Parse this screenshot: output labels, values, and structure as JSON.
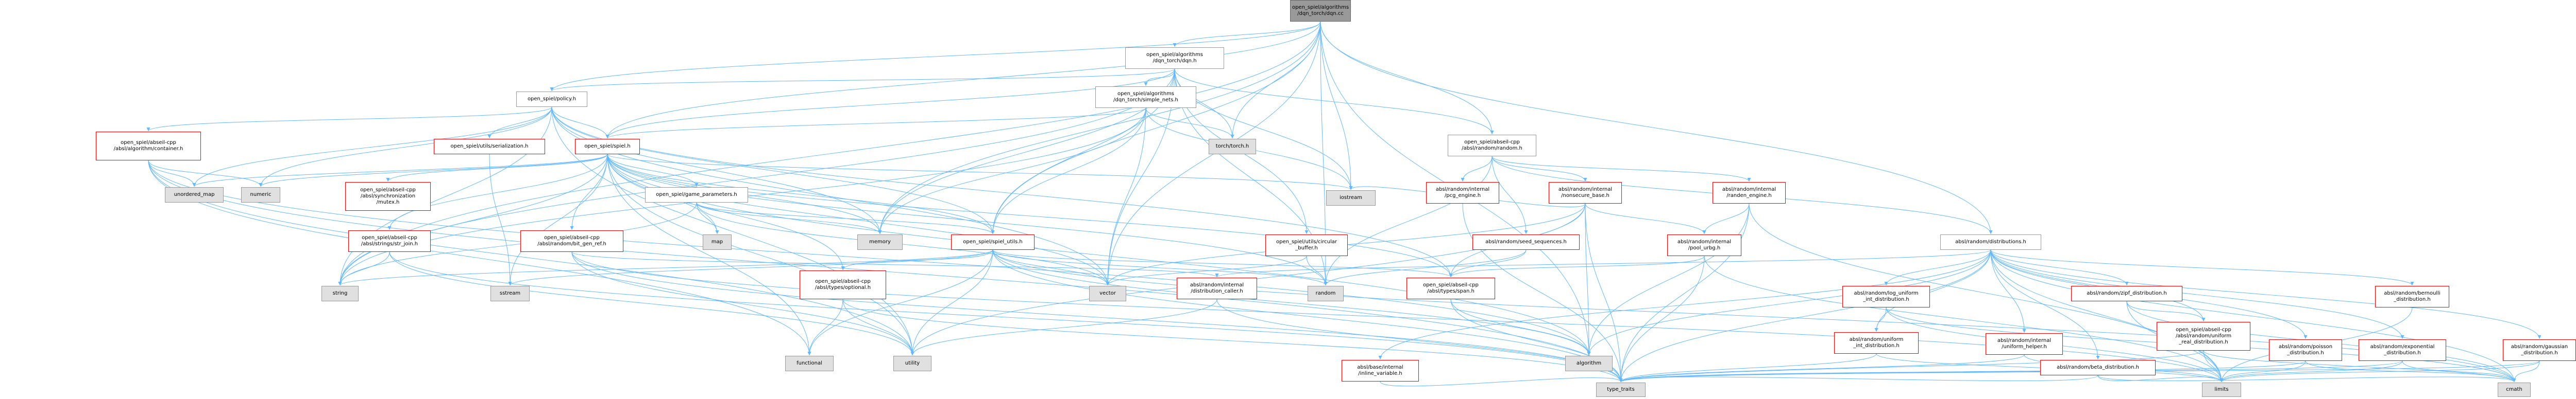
{
  "graph": {
    "edge_color": "#63b8ff",
    "edge_highlight": "#ff0000",
    "nodes": [
      {
        "id": "root",
        "label": "open_spiel/algorithms\n/dqn_torch/dqn.cc",
        "style": "root"
      },
      {
        "id": "dqnh",
        "label": "open_spiel/algorithms\n/dqn_torch/dqn.h",
        "style": "normal"
      },
      {
        "id": "policy",
        "label": "open_spiel/policy.h",
        "style": "normal"
      },
      {
        "id": "simplenets",
        "label": "open_spiel/algorithms\n/dqn_torch/simple_nets.h",
        "style": "normal"
      },
      {
        "id": "random",
        "label": "open_spiel/abseil-cpp\n/absl/random/random.h",
        "style": "normal"
      },
      {
        "id": "container",
        "label": "open_spiel/abseil-cpp\n/absl/algorithm/container.h",
        "style": "red"
      },
      {
        "id": "serialization",
        "label": "open_spiel/utils/serialization.h",
        "style": "red"
      },
      {
        "id": "spiel",
        "label": "open_spiel/spiel.h",
        "style": "red"
      },
      {
        "id": "torch",
        "label": "torch/torch.h",
        "style": "gray"
      },
      {
        "id": "pcgengine",
        "label": "absl/random/internal\n/pcg_engine.h",
        "style": "red"
      },
      {
        "id": "nonsecure",
        "label": "absl/random/internal\n/nonsecure_base.h",
        "style": "red"
      },
      {
        "id": "randengine",
        "label": "absl/random/internal\n/randen_engine.h",
        "style": "red"
      },
      {
        "id": "unordered_map",
        "label": "unordered_map",
        "style": "gray"
      },
      {
        "id": "numeric",
        "label": "numeric",
        "style": "gray"
      },
      {
        "id": "mutex",
        "label": "open_spiel/abseil-cpp\n/absl/synchronization\n/mutex.h",
        "style": "red"
      },
      {
        "id": "strjoin",
        "label": "open_spiel/abseil-cpp\n/absl/strings/str_join.h",
        "style": "red"
      },
      {
        "id": "gameparams",
        "label": "open_spiel/game_parameters.h",
        "style": "normal"
      },
      {
        "id": "bitgen",
        "label": "open_spiel/abseil-cpp\n/absl/random/bit_gen_ref.h",
        "style": "red"
      },
      {
        "id": "map",
        "label": "map",
        "style": "gray"
      },
      {
        "id": "memory",
        "label": "memory",
        "style": "gray"
      },
      {
        "id": "spielutils",
        "label": "open_spiel/spiel_utils.h",
        "style": "red"
      },
      {
        "id": "circbuf",
        "label": "open_spiel/utils/circular\n_buffer.h",
        "style": "red"
      },
      {
        "id": "iostream",
        "label": "iostream",
        "style": "gray"
      },
      {
        "id": "seedseq",
        "label": "absl/random/seed_sequences.h",
        "style": "red"
      },
      {
        "id": "poolurbg",
        "label": "absl/random/internal\n/pool_urbg.h",
        "style": "red"
      },
      {
        "id": "distributions",
        "label": "absl/random/distributions.h",
        "style": "normal"
      },
      {
        "id": "string",
        "label": "string",
        "style": "gray"
      },
      {
        "id": "sstream",
        "label": "sstream",
        "style": "gray"
      },
      {
        "id": "optional",
        "label": "open_spiel/abseil-cpp\n/absl/types/optional.h",
        "style": "red"
      },
      {
        "id": "vector",
        "label": "vector",
        "style": "gray"
      },
      {
        "id": "randomstd",
        "label": "random",
        "style": "gray"
      },
      {
        "id": "distcaller",
        "label": "absl/random/internal\n/distribution_caller.h",
        "style": "red"
      },
      {
        "id": "span",
        "label": "open_spiel/abseil-cpp\n/absl/types/span.h",
        "style": "red"
      },
      {
        "id": "loguniform",
        "label": "absl/random/log_uniform\n_int_distribution.h",
        "style": "red"
      },
      {
        "id": "zipf",
        "label": "absl/random/zipf_distribution.h",
        "style": "red"
      },
      {
        "id": "bernoulli",
        "label": "absl/random/bernoulli\n_distribution.h",
        "style": "red"
      },
      {
        "id": "functional",
        "label": "functional",
        "style": "gray"
      },
      {
        "id": "utility",
        "label": "utility",
        "style": "gray"
      },
      {
        "id": "algorithm",
        "label": "algorithm",
        "style": "gray"
      },
      {
        "id": "inlinevar",
        "label": "absl/base/internal\n/inline_variable.h",
        "style": "red"
      },
      {
        "id": "uniformint",
        "label": "absl/random/uniform\n_int_distribution.h",
        "style": "red"
      },
      {
        "id": "uniformhelper",
        "label": "absl/random/internal\n/uniform_helper.h",
        "style": "red"
      },
      {
        "id": "betadist",
        "label": "absl/random/beta_distribution.h",
        "style": "red"
      },
      {
        "id": "uniformreal",
        "label": "open_spiel/abseil-cpp\n/absl/random/uniform\n_real_distribution.h",
        "style": "red"
      },
      {
        "id": "poisson",
        "label": "absl/random/poisson\n_distribution.h",
        "style": "red"
      },
      {
        "id": "exponential",
        "label": "absl/random/exponential\n_distribution.h",
        "style": "red"
      },
      {
        "id": "gaussian",
        "label": "absl/random/gaussian\n_distribution.h",
        "style": "red"
      },
      {
        "id": "type_traits",
        "label": "type_traits",
        "style": "gray"
      },
      {
        "id": "limits",
        "label": "limits",
        "style": "gray"
      },
      {
        "id": "cmath",
        "label": "cmath",
        "style": "gray"
      }
    ],
    "edges": [
      [
        "root",
        "dqnh"
      ],
      [
        "root",
        "policy"
      ],
      [
        "root",
        "spiel"
      ],
      [
        "root",
        "torch"
      ],
      [
        "root",
        "memory"
      ],
      [
        "root",
        "iostream"
      ],
      [
        "root",
        "random"
      ],
      [
        "root",
        "distributions"
      ],
      [
        "root",
        "string"
      ],
      [
        "root",
        "vector"
      ],
      [
        "root",
        "spielutils"
      ],
      [
        "root",
        "algorithm"
      ],
      [
        "root",
        "randomstd"
      ],
      [
        "dqnh",
        "policy"
      ],
      [
        "dqnh",
        "simplenets"
      ],
      [
        "dqnh",
        "random"
      ],
      [
        "dqnh",
        "spiel"
      ],
      [
        "dqnh",
        "torch"
      ],
      [
        "dqnh",
        "circbuf"
      ],
      [
        "dqnh",
        "memory"
      ],
      [
        "dqnh",
        "iostream"
      ],
      [
        "dqnh",
        "vector"
      ],
      [
        "dqnh",
        "randomstd"
      ],
      [
        "dqnh",
        "string"
      ],
      [
        "dqnh",
        "spielutils"
      ],
      [
        "policy",
        "container"
      ],
      [
        "policy",
        "serialization"
      ],
      [
        "policy",
        "spiel"
      ],
      [
        "policy",
        "unordered_map"
      ],
      [
        "policy",
        "numeric"
      ],
      [
        "policy",
        "string"
      ],
      [
        "policy",
        "utility"
      ],
      [
        "policy",
        "memory"
      ],
      [
        "policy",
        "spielutils"
      ],
      [
        "policy",
        "vector"
      ],
      [
        "policy",
        "span"
      ],
      [
        "simplenets",
        "spiel"
      ],
      [
        "simplenets",
        "torch"
      ],
      [
        "simplenets",
        "spielutils"
      ],
      [
        "simplenets",
        "memory"
      ],
      [
        "simplenets",
        "iostream"
      ],
      [
        "simplenets",
        "vector"
      ],
      [
        "simplenets",
        "string"
      ],
      [
        "container",
        "unordered_map"
      ],
      [
        "container",
        "numeric"
      ],
      [
        "container",
        "functional"
      ],
      [
        "container",
        "utility"
      ],
      [
        "container",
        "type_traits"
      ],
      [
        "container",
        "algorithm"
      ],
      [
        "serialization",
        "sstream"
      ],
      [
        "spiel",
        "unordered_map"
      ],
      [
        "spiel",
        "numeric"
      ],
      [
        "spiel",
        "mutex"
      ],
      [
        "spiel",
        "strjoin"
      ],
      [
        "spiel",
        "gameparams"
      ],
      [
        "spiel",
        "bitgen"
      ],
      [
        "spiel",
        "optional"
      ],
      [
        "spiel",
        "span"
      ],
      [
        "spiel",
        "spielutils"
      ],
      [
        "spiel",
        "memory"
      ],
      [
        "spiel",
        "map"
      ],
      [
        "spiel",
        "string"
      ],
      [
        "spiel",
        "vector"
      ],
      [
        "spiel",
        "functional"
      ],
      [
        "spiel",
        "utility"
      ],
      [
        "spiel",
        "iostream"
      ],
      [
        "spiel",
        "randomstd"
      ],
      [
        "spiel",
        "sstream"
      ],
      [
        "spiel",
        "algorithm"
      ],
      [
        "strjoin",
        "string"
      ],
      [
        "strjoin",
        "utility"
      ],
      [
        "strjoin",
        "type_traits"
      ],
      [
        "gameparams",
        "map"
      ],
      [
        "gameparams",
        "memory"
      ],
      [
        "gameparams",
        "string"
      ],
      [
        "gameparams",
        "spielutils"
      ],
      [
        "gameparams",
        "vector"
      ],
      [
        "bitgen",
        "utility"
      ],
      [
        "bitgen",
        "type_traits"
      ],
      [
        "bitgen",
        "distcaller"
      ],
      [
        "bitgen",
        "limits"
      ],
      [
        "spielutils",
        "string"
      ],
      [
        "spielutils",
        "sstream"
      ],
      [
        "spielutils",
        "vector"
      ],
      [
        "spielutils",
        "optional"
      ],
      [
        "spielutils",
        "span"
      ],
      [
        "spielutils",
        "utility"
      ],
      [
        "spielutils",
        "algorithm"
      ],
      [
        "spielutils",
        "functional"
      ],
      [
        "spielutils",
        "randomstd"
      ],
      [
        "spielutils",
        "type_traits"
      ],
      [
        "spielutils",
        "cmath"
      ],
      [
        "circbuf",
        "vector"
      ],
      [
        "circbuf",
        "randomstd"
      ],
      [
        "random",
        "randomstd"
      ],
      [
        "random",
        "distributions"
      ],
      [
        "random",
        "nonsecure"
      ],
      [
        "random",
        "pcgengine"
      ],
      [
        "random",
        "randengine"
      ],
      [
        "random",
        "seedseq"
      ],
      [
        "pcgengine",
        "type_traits"
      ],
      [
        "nonsecure",
        "poolurbg"
      ],
      [
        "nonsecure",
        "span"
      ],
      [
        "nonsecure",
        "algorithm"
      ],
      [
        "nonsecure",
        "utility"
      ],
      [
        "nonsecure",
        "iostream"
      ],
      [
        "nonsecure",
        "vector"
      ],
      [
        "nonsecure",
        "type_traits"
      ],
      [
        "randengine",
        "algorithm"
      ],
      [
        "randengine",
        "limits"
      ],
      [
        "randengine",
        "type_traits"
      ],
      [
        "randengine",
        "poolurbg"
      ],
      [
        "seedseq",
        "span"
      ],
      [
        "seedseq",
        "randomstd"
      ],
      [
        "poolurbg",
        "span"
      ],
      [
        "poolurbg",
        "type_traits"
      ],
      [
        "poolurbg",
        "limits"
      ],
      [
        "optional",
        "functional"
      ],
      [
        "optional",
        "utility"
      ],
      [
        "optional",
        "type_traits"
      ],
      [
        "span",
        "algorithm"
      ],
      [
        "span",
        "type_traits"
      ],
      [
        "distributions",
        "distcaller"
      ],
      [
        "distributions",
        "loguniform"
      ],
      [
        "distributions",
        "zipf"
      ],
      [
        "distributions",
        "bernoulli"
      ],
      [
        "distributions",
        "betadist"
      ],
      [
        "distributions",
        "uniformint"
      ],
      [
        "distributions",
        "uniformreal"
      ],
      [
        "distributions",
        "poisson"
      ],
      [
        "distributions",
        "exponential"
      ],
      [
        "distributions",
        "gaussian"
      ],
      [
        "distributions",
        "uniformhelper"
      ],
      [
        "distributions",
        "inlinevar"
      ],
      [
        "distributions",
        "algorithm"
      ],
      [
        "distributions",
        "limits"
      ],
      [
        "distributions",
        "type_traits"
      ],
      [
        "distributions",
        "cmath"
      ],
      [
        "distcaller",
        "utility"
      ],
      [
        "distcaller",
        "type_traits"
      ],
      [
        "loguniform",
        "uniformint"
      ],
      [
        "loguniform",
        "cmath"
      ],
      [
        "loguniform",
        "limits"
      ],
      [
        "zipf",
        "uniformreal"
      ],
      [
        "zipf",
        "cmath"
      ],
      [
        "zipf",
        "limits"
      ],
      [
        "bernoulli",
        "limits"
      ],
      [
        "betadist",
        "type_traits"
      ],
      [
        "betadist",
        "cmath"
      ],
      [
        "betadist",
        "limits"
      ],
      [
        "uniformint",
        "type_traits"
      ],
      [
        "uniformint",
        "limits"
      ],
      [
        "uniformhelper",
        "type_traits"
      ],
      [
        "uniformhelper",
        "limits"
      ],
      [
        "uniformreal",
        "type_traits"
      ],
      [
        "uniformreal",
        "limits"
      ],
      [
        "uniformreal",
        "cmath"
      ],
      [
        "poisson",
        "type_traits"
      ],
      [
        "poisson",
        "cmath"
      ],
      [
        "poisson",
        "limits"
      ],
      [
        "exponential",
        "type_traits"
      ],
      [
        "exponential",
        "cmath"
      ],
      [
        "exponential",
        "limits"
      ],
      [
        "gaussian",
        "type_traits"
      ],
      [
        "gaussian",
        "cmath"
      ],
      [
        "gaussian",
        "limits"
      ],
      [
        "inlinevar",
        "type_traits"
      ]
    ]
  }
}
